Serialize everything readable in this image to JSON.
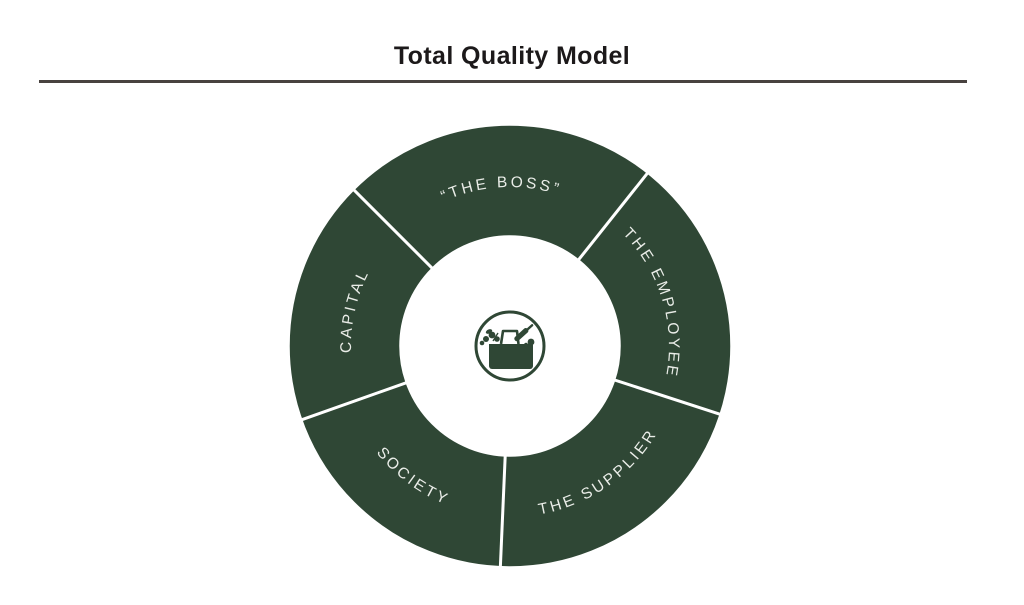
{
  "header": {
    "title": "Total Quality Model"
  },
  "chart_data": {
    "type": "donut",
    "title": "Total Quality Model",
    "ring_color": "#2F4735",
    "divider_color": "#FFFFFF",
    "label_color": "#EAEDE8",
    "background_color": "#FFFFFF",
    "center_icon": "grocery-basket",
    "angle_convention": "degrees clockwise from 3 o'clock",
    "segments": [
      {
        "label": "“THE BOSS”",
        "start_deg": 225,
        "end_deg": 308.5,
        "text_dir": "cw"
      },
      {
        "label": "THE EMPLOYEE",
        "start_deg": 308.5,
        "end_deg": 378,
        "text_dir": "cw"
      },
      {
        "label": "THE SUPPLIER",
        "start_deg": 18,
        "end_deg": 92.5,
        "text_dir": "ccw"
      },
      {
        "label": "SOCIETY",
        "start_deg": 92.5,
        "end_deg": 160.5,
        "text_dir": "ccw"
      },
      {
        "label": "CAPITAL",
        "start_deg": 160.5,
        "end_deg": 225,
        "text_dir": "cw"
      }
    ]
  }
}
